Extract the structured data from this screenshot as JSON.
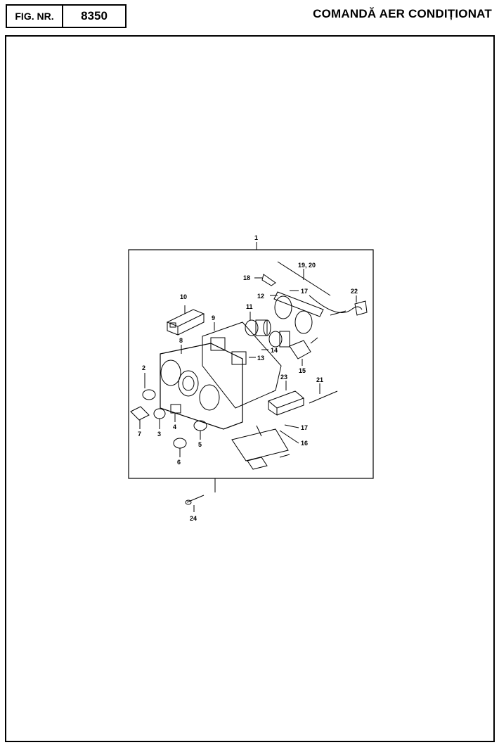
{
  "header": {
    "fig_label": "FIG. NR.",
    "fig_number": "8350",
    "title": "COMANDĂ AER CONDIȚIONAT"
  },
  "callouts": {
    "c1": "1",
    "c2": "2",
    "c3": "3",
    "c4": "4",
    "c5": "5",
    "c6": "6",
    "c7": "7",
    "c8": "8",
    "c9": "9",
    "c10": "10",
    "c11": "11",
    "c12": "12",
    "c13": "13",
    "c14": "14",
    "c15": "15",
    "c16": "16",
    "c17a": "17",
    "c17b": "17",
    "c18": "18",
    "c1920": "19, 20",
    "c21": "21",
    "c22": "22",
    "c23": "23",
    "c24": "24"
  }
}
